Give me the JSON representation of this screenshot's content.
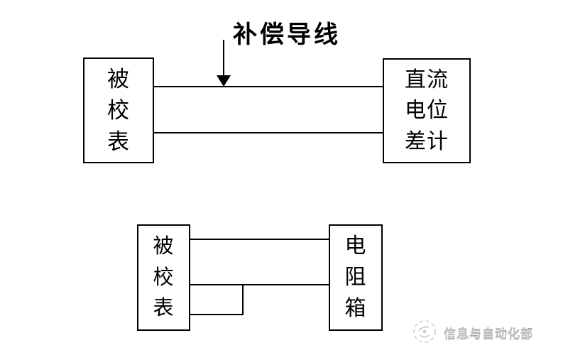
{
  "colors": {
    "ink": "#000000",
    "background": "#ffffff",
    "watermark_gray": "#c2c2c2"
  },
  "annotation": {
    "label": "补偿导线"
  },
  "top_diagram": {
    "left_box": {
      "label": "被校表",
      "lines": [
        "被",
        "校",
        "表"
      ]
    },
    "right_box": {
      "label": "直流电位差计",
      "lines": [
        "直流",
        "电位",
        "差计"
      ]
    }
  },
  "bottom_diagram": {
    "left_box": {
      "label": "被校表",
      "lines": [
        "被",
        "校",
        "表"
      ]
    },
    "right_box": {
      "label": "电阻箱",
      "lines": [
        "电",
        "阻",
        "箱"
      ]
    }
  },
  "watermark": {
    "text": "信息与自动化部",
    "icon": "emblem-icon"
  }
}
